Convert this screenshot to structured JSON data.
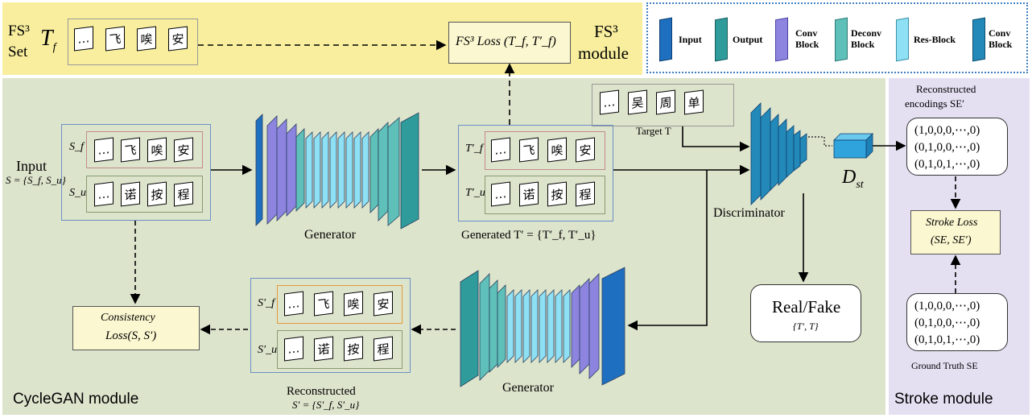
{
  "top": {
    "fs3_set": "FS³",
    "set_word": "Set",
    "tf": "T",
    "tf_sub": "f",
    "chars": [
      "…",
      "飞",
      "唉",
      "安"
    ],
    "loss": "FS³ Loss (T_f, T′_f)",
    "module_line1": "FS³",
    "module_line2": "module"
  },
  "legend": {
    "items": [
      {
        "label": "Input",
        "color": "#1f6fc0"
      },
      {
        "label": "Output",
        "color": "#2f9b9b"
      },
      {
        "label": "Conv\nBlock",
        "color": "#8d84e0"
      },
      {
        "label": "Deconv\nBlock",
        "color": "#5ec0b8"
      },
      {
        "label": "Res-Block",
        "color": "#8ee0f4"
      },
      {
        "label": "Conv\nBlock",
        "color": "#2389b8"
      }
    ]
  },
  "cycle": {
    "module_label": "CycleGAN module",
    "input_label": "Input",
    "input_set": "S = {S_f, S_u}",
    "sf_label": "S_f",
    "su_label": "S_u",
    "sf_chars": [
      "…",
      "飞",
      "唉",
      "安"
    ],
    "su_chars": [
      "…",
      "诺",
      "按",
      "程"
    ],
    "generator1": "Generator",
    "generator2": "Generator",
    "tf_label": "T′_f",
    "tu_label": "T′_u",
    "tf_chars": [
      "…",
      "飞",
      "唉",
      "安"
    ],
    "tu_chars": [
      "…",
      "诺",
      "按",
      "程"
    ],
    "generated_label": "Generated  T′ = {T′_f, T′_u}",
    "target_chars": [
      "…",
      "吴",
      "周",
      "单"
    ],
    "target_label": "Target T",
    "discriminator": "Discriminator",
    "dst": "D",
    "dst_sub": "st",
    "realfake": "Real/Fake",
    "realfake_sub": "{T′, T}",
    "consistency_line1": "Consistency",
    "consistency_line2": "Loss(S, S′)",
    "rf_label": "S′_f",
    "ru_label": "S′_u",
    "rf_chars": [
      "…",
      "飞",
      "唉",
      "安"
    ],
    "ru_chars": [
      "…",
      "诺",
      "按",
      "程"
    ],
    "reconstructed": "Reconstructed",
    "reconstructed_set": "S′ = {S′_f, S′_u}"
  },
  "stroke": {
    "module_label": "Stroke module",
    "recon_line1": "Reconstructed",
    "recon_line2": "encodings SE′",
    "recon_enc": [
      "(1,0,0,0,⋯,0)",
      "(0,1,0,0,⋯,0)",
      "(0,1,0,1,⋯,0)"
    ],
    "loss_line1": "Stroke Loss",
    "loss_line2": "(SE, SE′)",
    "gt_enc": [
      "(1,0,0,0,⋯,0)",
      "(0,1,0,0,⋯,0)",
      "(0,1,0,1,⋯,0)"
    ],
    "gt_label": "Ground Truth  SE"
  }
}
